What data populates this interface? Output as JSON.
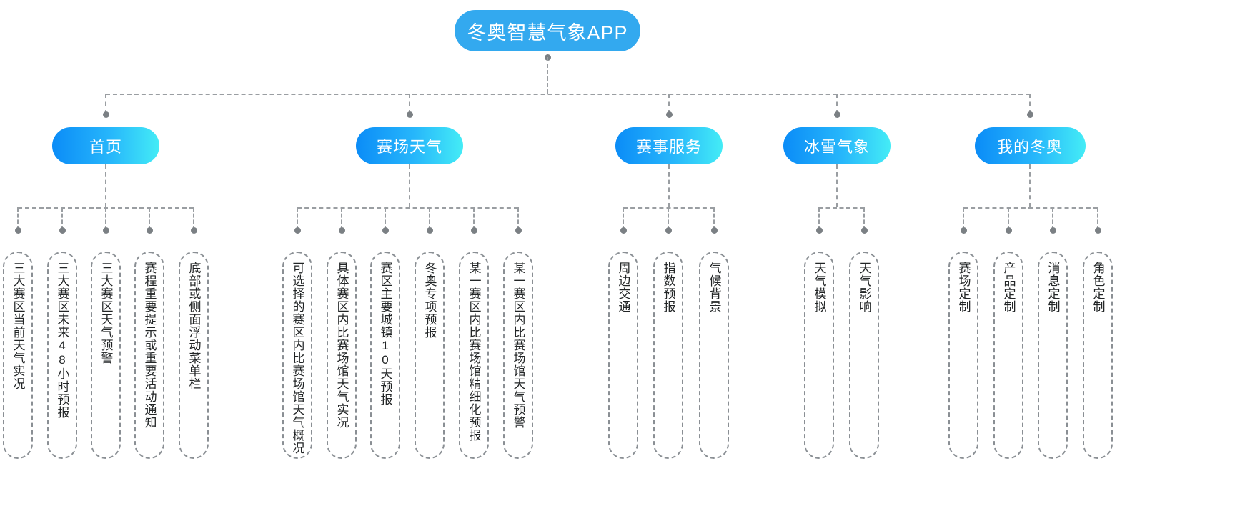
{
  "diagram": {
    "title": "冬奥智慧气象APP",
    "root": {
      "label": "冬奥智慧气象APP",
      "color": "#33a9ef"
    },
    "branch_gradient": {
      "from": "#0b8cf7",
      "mid": "#27b7fb",
      "to": "#44ecf6"
    },
    "connector_color": "#9a9ea2",
    "leaf_border_color": "#8a8f94",
    "branches": [
      {
        "label": "首页",
        "leaves": [
          "三大赛区当前天气实况",
          "三大赛区未来48小时预报",
          "三大赛区天气预警",
          "赛程重要提示或重要活动通知",
          "底部或侧面浮动菜单栏"
        ]
      },
      {
        "label": "赛场天气",
        "leaves": [
          "可选择的赛区内比赛场馆天气概况",
          "具体赛区内比赛场馆天气实况",
          "赛区主要城镇10天预报",
          "冬奥专项预报",
          "某一赛区内比赛场馆精细化预报",
          "某一赛区内比赛场馆天气预警"
        ]
      },
      {
        "label": "赛事服务",
        "leaves": [
          "周边交通",
          "指数预报",
          "气候背景"
        ]
      },
      {
        "label": "冰雪气象",
        "leaves": [
          "天气模拟",
          "天气影响"
        ]
      },
      {
        "label": "我的冬奥",
        "leaves": [
          "赛场定制",
          "产品定制",
          "消息定制",
          "角色定制"
        ]
      }
    ]
  }
}
